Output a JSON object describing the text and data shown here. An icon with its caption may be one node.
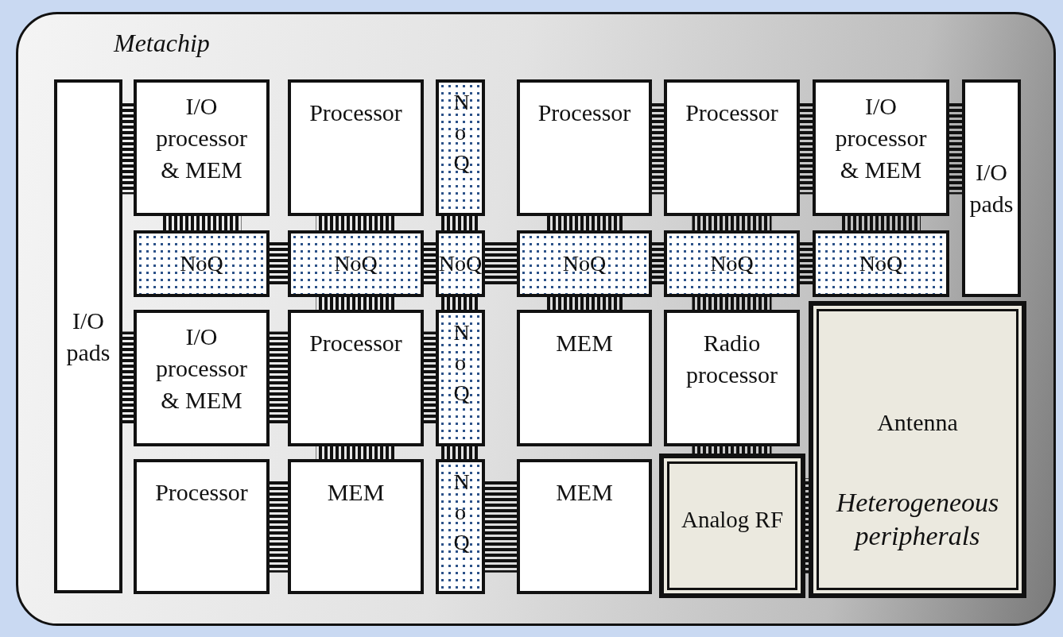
{
  "diagram": {
    "nodes": [
      {
        "text": [
          "Metachip"
        ]
      },
      {
        "text": [
          "I/O pads"
        ],
        "in": 0
      },
      {
        "text": [
          "I/O processor & MEM"
        ],
        "in": 0
      },
      {
        "text": [
          "Processor"
        ],
        "in": 0
      },
      {
        "text": [
          "NoQ"
        ],
        "in": 0
      },
      {
        "text": [
          "Processor"
        ],
        "in": 0
      },
      {
        "text": [
          "Processor"
        ],
        "in": 0
      },
      {
        "text": [
          "I/O processor & MEM"
        ],
        "in": 0
      },
      {
        "text": [
          "I/O pads"
        ],
        "in": 0
      },
      {
        "text": [
          "NoQ"
        ],
        "in": 0
      },
      {
        "text": [
          "NoQ"
        ],
        "in": 0
      },
      {
        "text": [
          "NoQ"
        ],
        "in": 0
      },
      {
        "text": [
          "NoQ"
        ],
        "in": 0
      },
      {
        "text": [
          "NoQ"
        ],
        "in": 0
      },
      {
        "text": [
          "NoQ"
        ],
        "in": 0
      },
      {
        "text": [
          "I/O processor & MEM"
        ],
        "in": 0
      },
      {
        "text": [
          "Processor"
        ],
        "in": 0
      },
      {
        "text": [
          "NoQ"
        ],
        "in": 0
      },
      {
        "text": [
          "MEM"
        ],
        "in": 0
      },
      {
        "text": [
          "Radio processor"
        ],
        "in": 0
      },
      {
        "text": [
          "Antenna",
          "Heterogeneous peripherals"
        ],
        "in": 0
      },
      {
        "text": [
          "Processor"
        ],
        "in": 0
      },
      {
        "text": [
          "MEM"
        ],
        "in": 0
      },
      {
        "text": [
          "NoQ"
        ],
        "in": 0
      },
      {
        "text": [
          "MEM"
        ],
        "in": 0
      },
      {
        "text": [
          "Analog RF"
        ],
        "in": 0
      }
    ],
    "edges": [
      {
        "from": 1,
        "to": 2,
        "arrow": "none"
      },
      {
        "from": 5,
        "to": 6,
        "arrow": "none"
      },
      {
        "from": 6,
        "to": 7,
        "arrow": "none"
      },
      {
        "from": 7,
        "to": 8,
        "arrow": "none"
      },
      {
        "from": 2,
        "to": 9,
        "arrow": "none"
      },
      {
        "from": 3,
        "to": 10,
        "arrow": "none"
      },
      {
        "from": 4,
        "to": 11,
        "arrow": "none"
      },
      {
        "from": 5,
        "to": 12,
        "arrow": "none"
      },
      {
        "from": 6,
        "to": 13,
        "arrow": "none"
      },
      {
        "from": 7,
        "to": 14,
        "arrow": "none"
      },
      {
        "from": 9,
        "to": 10,
        "arrow": "none"
      },
      {
        "from": 10,
        "to": 11,
        "arrow": "none"
      },
      {
        "from": 11,
        "to": 12,
        "arrow": "none"
      },
      {
        "from": 12,
        "to": 13,
        "arrow": "none"
      },
      {
        "from": 13,
        "to": 14,
        "arrow": "none"
      },
      {
        "from": 10,
        "to": 16,
        "arrow": "none"
      },
      {
        "from": 11,
        "to": 17,
        "arrow": "none"
      },
      {
        "from": 12,
        "to": 18,
        "arrow": "none"
      },
      {
        "from": 13,
        "to": 19,
        "arrow": "none"
      },
      {
        "from": 1,
        "to": 15,
        "arrow": "none"
      },
      {
        "from": 15,
        "to": 16,
        "arrow": "none"
      },
      {
        "from": 16,
        "to": 17,
        "arrow": "none"
      },
      {
        "from": 16,
        "to": 22,
        "arrow": "none"
      },
      {
        "from": 17,
        "to": 23,
        "arrow": "none"
      },
      {
        "from": 19,
        "to": 25,
        "arrow": "none"
      },
      {
        "from": 21,
        "to": 22,
        "arrow": "none"
      },
      {
        "from": 23,
        "to": 24,
        "arrow": "none"
      },
      {
        "from": 25,
        "to": 20,
        "arrow": "none"
      }
    ]
  }
}
